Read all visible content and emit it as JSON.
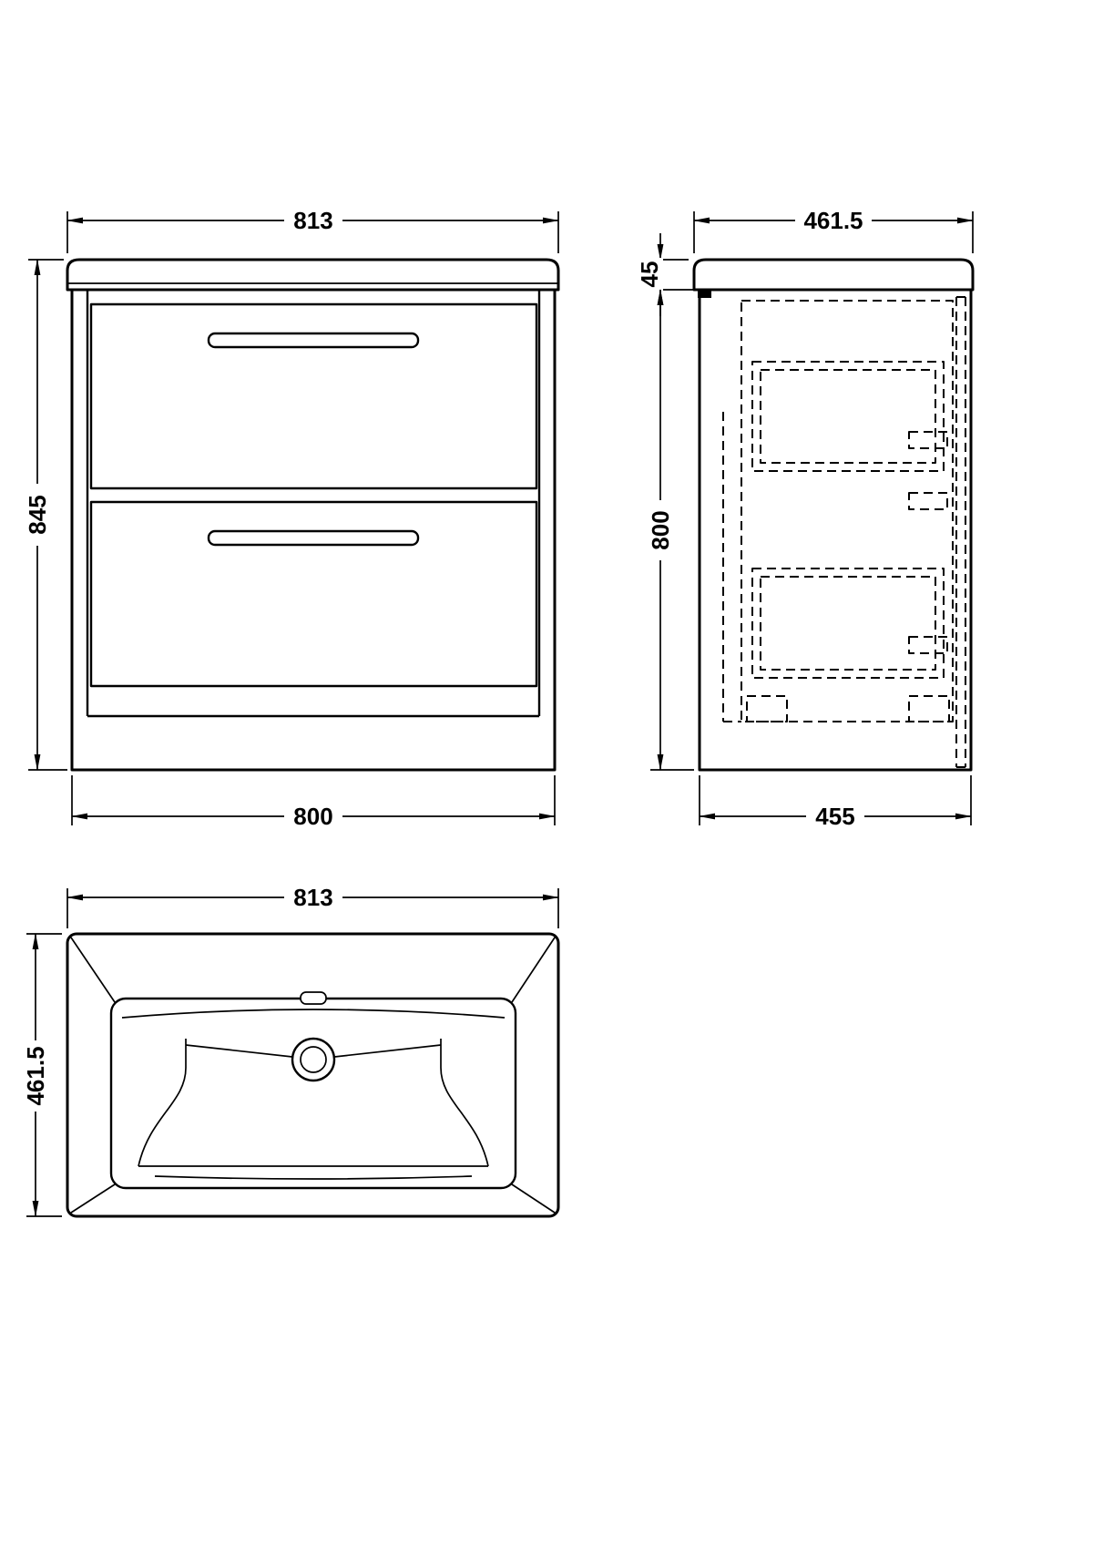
{
  "page": {
    "background_color": "#ffffff",
    "line_color": "#000000",
    "description": "Technical dimension drawing of a floor-standing two-drawer vanity unit with basin: front elevation, side section and basin plan view"
  },
  "front_view": {
    "dim_width_top": "813",
    "dim_height": "845",
    "dim_width_bottom": "800"
  },
  "side_view": {
    "dim_depth_top": "461.5",
    "dim_basin_height": "45",
    "dim_cabinet_height": "800",
    "dim_depth_bottom": "455"
  },
  "plan_view": {
    "dim_width": "813",
    "dim_depth": "461.5"
  }
}
